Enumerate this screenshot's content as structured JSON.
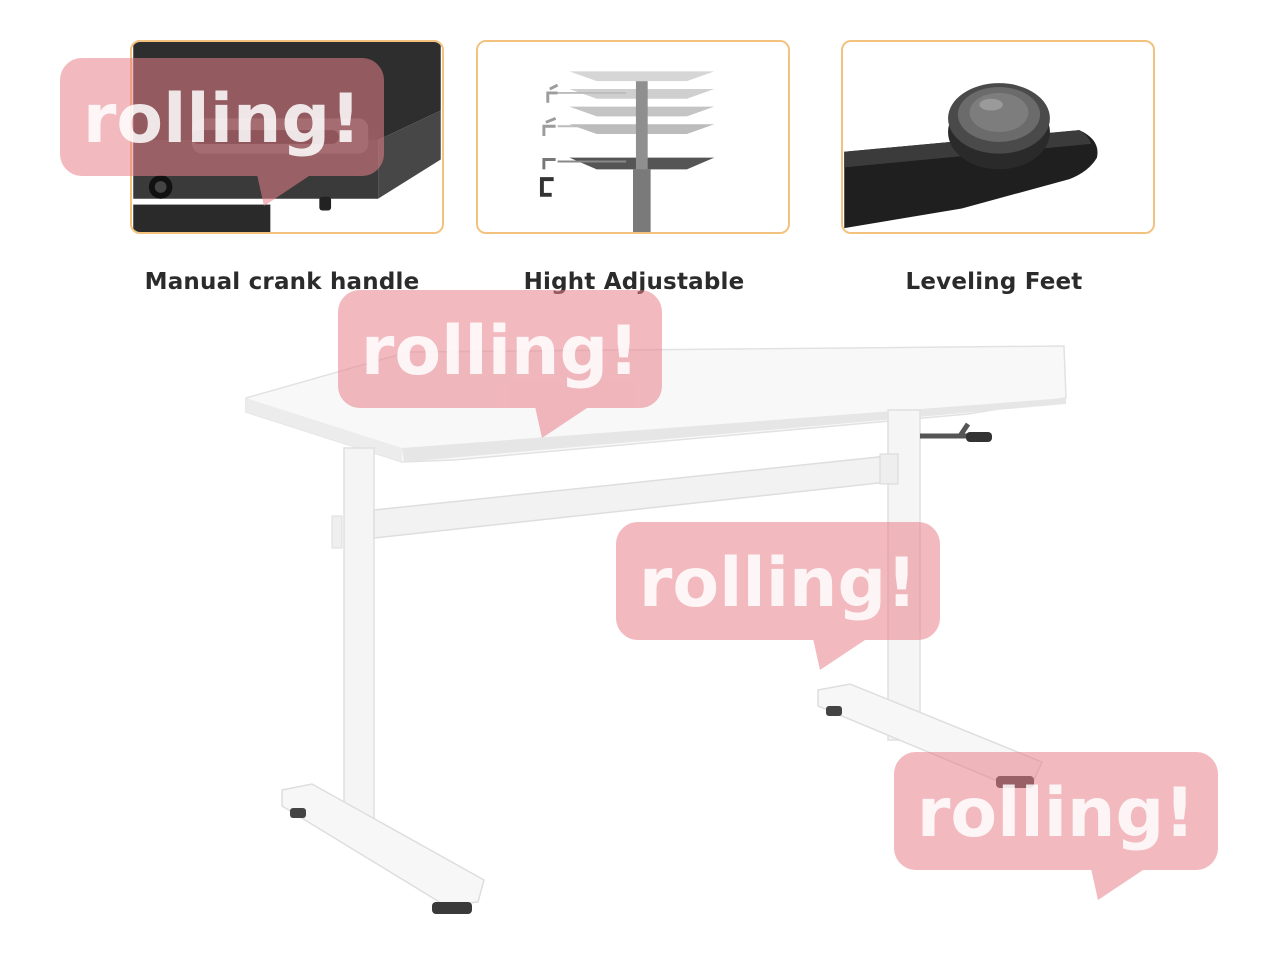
{
  "features": [
    {
      "id": "crank",
      "label": "Manual crank handle",
      "icon": "crank-handle-photo"
    },
    {
      "id": "height",
      "label": "Hight Adjustable",
      "icon": "height-adjust-diagram"
    },
    {
      "id": "feet",
      "label": "Leveling Feet",
      "icon": "leveling-foot-photo"
    }
  ],
  "watermark": {
    "text": "rolling!",
    "color": "#e8808a"
  },
  "colors": {
    "box_border": "#f2c27e",
    "label_text": "#2b2b2b",
    "desk_white": "#f7f7f7"
  }
}
